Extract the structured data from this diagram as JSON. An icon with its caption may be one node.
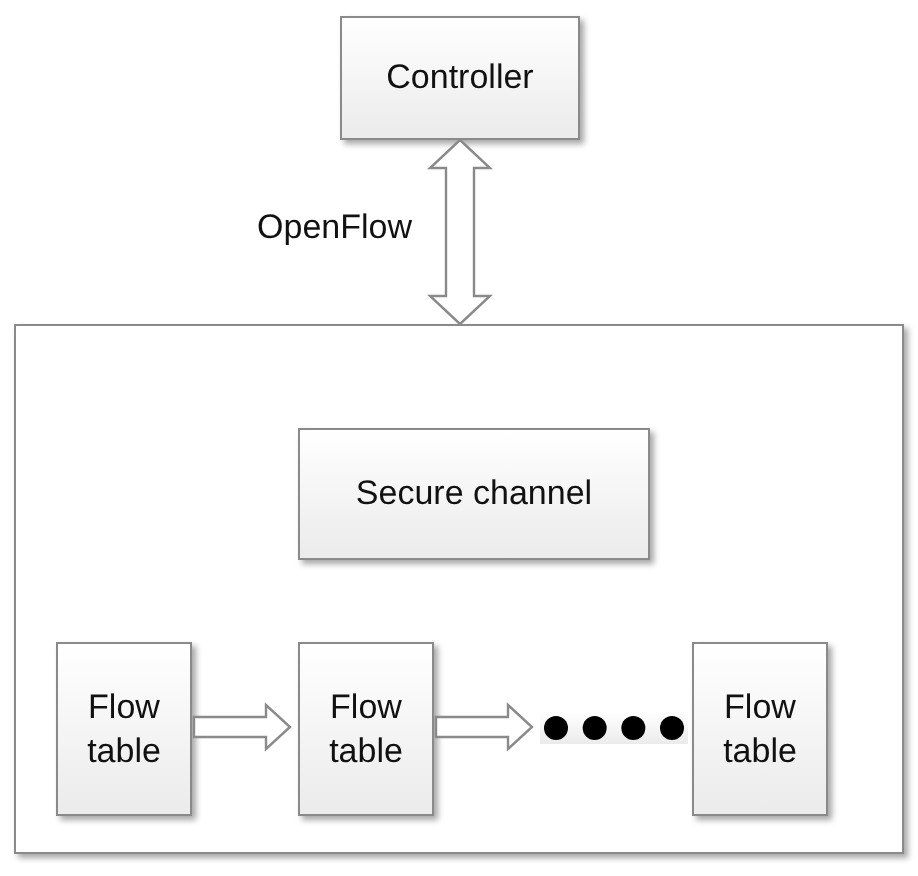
{
  "diagram": {
    "nodes": [
      {
        "text": [
          "Controller"
        ]
      },
      {
        "text": [],
        "shape": "box"
      },
      {
        "text": [
          "Secure channel"
        ],
        "in": 1
      },
      {
        "text": [
          "Flow table"
        ],
        "in": 1
      },
      {
        "text": [
          "Flow table"
        ],
        "in": 1
      },
      {
        "text": [],
        "shape": "dots",
        "in": 1
      },
      {
        "text": [
          "Flow table"
        ],
        "in": 1
      }
    ],
    "edges": [
      {
        "from": 0,
        "to": 1,
        "arrow": "both",
        "label": "OpenFlow"
      },
      {
        "from": 3,
        "to": 4,
        "arrow": "to"
      },
      {
        "from": 4,
        "to": 5,
        "arrow": "to"
      }
    ]
  }
}
